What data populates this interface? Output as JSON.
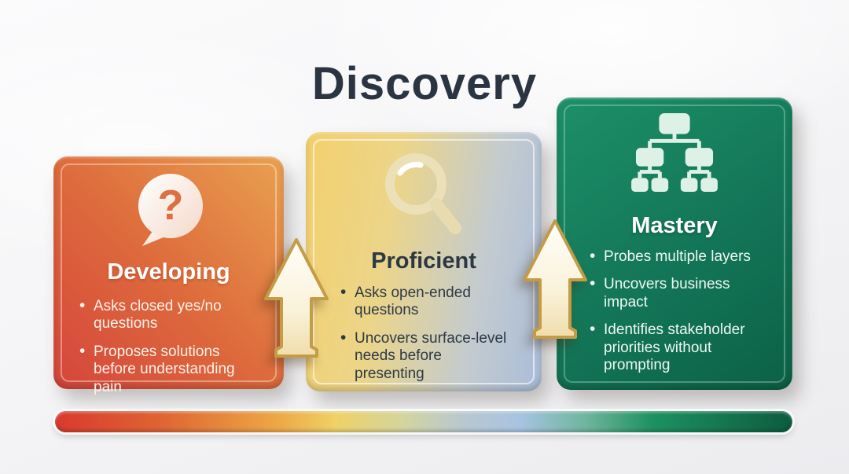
{
  "title": "Discovery",
  "cards": [
    {
      "id": "developing",
      "heading": "Developing",
      "icon": "question-bubble-icon",
      "bullets": [
        "Asks closed yes/no questions",
        "Proposes solutions before understanding pain"
      ],
      "gradient_from": "#d5453c",
      "gradient_to": "#e9a150",
      "text_color": "#ffffff"
    },
    {
      "id": "proficient",
      "heading": "Proficient",
      "icon": "magnifier-icon",
      "bullets": [
        "Asks open-ended questions",
        "Uncovers surface-level needs before presenting"
      ],
      "gradient_from": "#f3d06e",
      "gradient_to": "#a9bcd8",
      "text_color": "#2d3845"
    },
    {
      "id": "mastery",
      "heading": "Mastery",
      "icon": "org-chart-icon",
      "bullets": [
        "Probes multiple layers",
        "Uncovers business impact",
        "Identifies stakeholder priorities without prompting"
      ],
      "gradient_from": "#1d9068",
      "gradient_to": "#0c6146",
      "text_color": "#ffffff"
    }
  ],
  "arrows": [
    {
      "name": "arrow-developing-to-proficient",
      "direction": "up",
      "fill": "#fdf8ea",
      "border": "#c39c45"
    },
    {
      "name": "arrow-proficient-to-mastery",
      "direction": "up",
      "fill": "#fdf8ea",
      "border": "#c39c45"
    }
  ],
  "progress_bar": {
    "gradient_stops": [
      "#d93a2e",
      "#de6333",
      "#eca746",
      "#eed167",
      "#d4d59c",
      "#a8c3e2",
      "#6fb59d",
      "#1d9160",
      "#0c5c40"
    ]
  },
  "title_color": "#2b3542",
  "background_color": "#f3f3f5"
}
